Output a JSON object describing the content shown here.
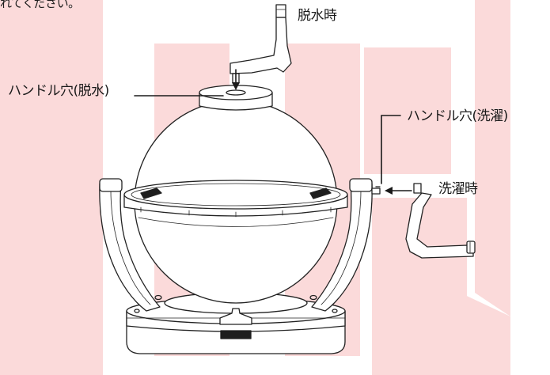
{
  "top_text": "れてください。",
  "labels": {
    "spin_time": "脱水時",
    "spin_handle_hole": "ハンドル穴(脱水)",
    "wash_handle_hole": "ハンドル穴(洗濯)",
    "wash_time": "洗濯時"
  },
  "colors": {
    "watermark": "#fbdada",
    "line": "#222222",
    "fill": "#ffffff"
  }
}
